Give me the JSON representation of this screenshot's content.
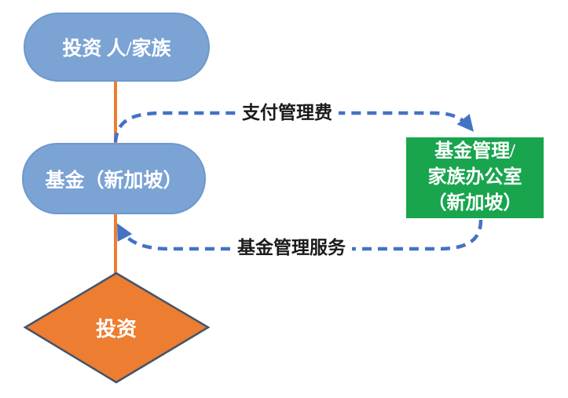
{
  "diagram": {
    "type": "flowchart",
    "background_color": "#FFFFFF",
    "colors": {
      "node_blue_fill": "#7BA3D4",
      "node_green_fill": "#18A54E",
      "diamond_orange_fill": "#ED7D31",
      "diamond_border": "#44546A",
      "solid_connector": "#ED7D31",
      "dashed_connector": "#4472C4",
      "node_text": "#FFFFFF",
      "edge_label_text": "#1B1B1B"
    },
    "nodes": [
      {
        "id": "investor-family",
        "shape": "stadium",
        "label": "投资 人/家族",
        "fill": "#7BA3D4",
        "text_color": "#FFFFFF"
      },
      {
        "id": "fund-singapore",
        "shape": "stadium",
        "label": "基金（新加坡）",
        "fill": "#7BA3D4",
        "text_color": "#FFFFFF"
      },
      {
        "id": "fund-manager-family-office",
        "shape": "rectangle",
        "lines": [
          "基金管理/",
          "家族办公室",
          "（新加坡）"
        ],
        "fill": "#18A54E",
        "text_color": "#FFFFFF"
      },
      {
        "id": "investment",
        "shape": "diamond",
        "label": "投资",
        "fill": "#ED7D31",
        "border_color": "#44546A",
        "text_color": "#FFFFFF"
      }
    ],
    "edges": [
      {
        "from": "investor-family",
        "to": "fund-singapore",
        "style": "solid",
        "color": "#ED7D31",
        "label": ""
      },
      {
        "from": "fund-singapore",
        "to": "fund-manager-family-office",
        "style": "dashed-arrow",
        "color": "#4472C4",
        "label": "支付管理费"
      },
      {
        "from": "fund-manager-family-office",
        "to": "fund-singapore",
        "style": "dashed-arrow",
        "color": "#4472C4",
        "label": "基金管理服务"
      },
      {
        "from": "fund-singapore",
        "to": "investment",
        "style": "solid",
        "color": "#ED7D31",
        "label": ""
      }
    ]
  }
}
